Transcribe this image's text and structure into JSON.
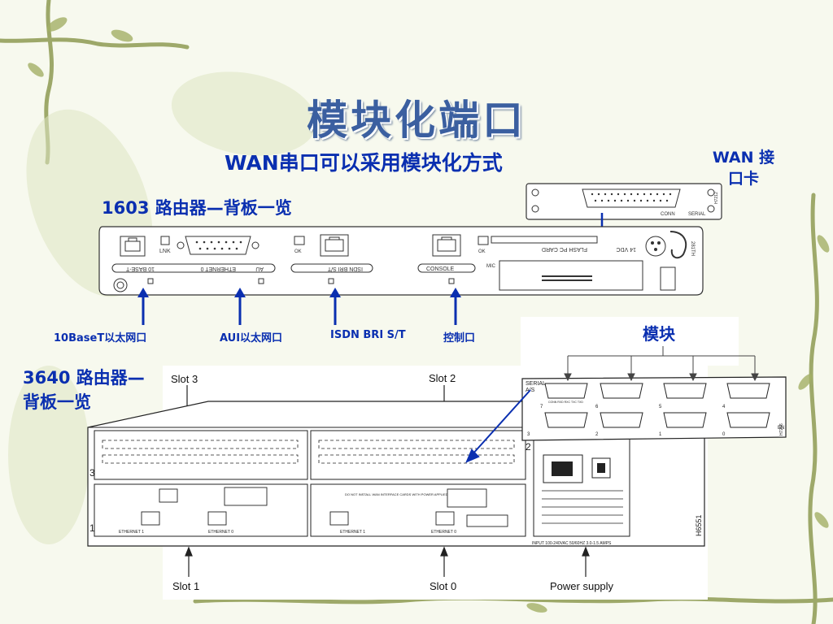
{
  "slide": {
    "title": "模块化端口",
    "subtitle": "WAN串口可以采用模块化方式",
    "wan_card_label_line1": "WAN 接",
    "wan_card_label_line2": "口卡"
  },
  "router_1603": {
    "heading": "1603 路由器—背板一览",
    "panel_texts": [
      "LNK",
      "10 BASE-T",
      "ETHERNET 0",
      "AU",
      "OK",
      "ISDN BRI S/T",
      "CONSOLE",
      "OK",
      "FLASH PC CARD",
      "14 VDC",
      "MIC"
    ],
    "wan_card_texts": [
      "CONN",
      "SERIAL",
      "H7212"
    ],
    "ports": [
      "10BaseT以太网口",
      "AUI以太网口",
      "ISDN BRI S/T",
      "控制口"
    ]
  },
  "router_3640": {
    "heading_line1": "3640 路由器—",
    "heading_line2": "背板一览",
    "slots_top": [
      "Slot 3",
      "Slot 2"
    ],
    "slots_bottom": [
      "Slot 1",
      "Slot 0",
      "Power supply"
    ],
    "slot_numbers": [
      "3",
      "2",
      "1"
    ],
    "chassis_id": "H6551",
    "power_text": "INPUT 100-240VAC  50/60HZ  3.0-1.5 AMPS",
    "ethernet_labels": [
      "ETHERNET 1",
      "ETHERNET 0",
      "ETHERNET 1",
      "ETHERNET 0"
    ],
    "module_warning": "DO NOT INSTALL WAN INTERFACE CARDS WITH POWER APPLIED"
  },
  "module": {
    "label": "模块",
    "header": "SERIAL A/S",
    "ports": [
      "7",
      "6",
      "5",
      "4",
      "3",
      "2",
      "1",
      "0"
    ],
    "footer": "EN",
    "id": "H7256",
    "pin_labels": "CONN  RXD  RXC  TXC  TXD"
  },
  "colors": {
    "title": "#3b5fa0",
    "heading": "#0a2fb0",
    "arrow": "#0a2fb0",
    "vine": "#8a9a4a"
  }
}
